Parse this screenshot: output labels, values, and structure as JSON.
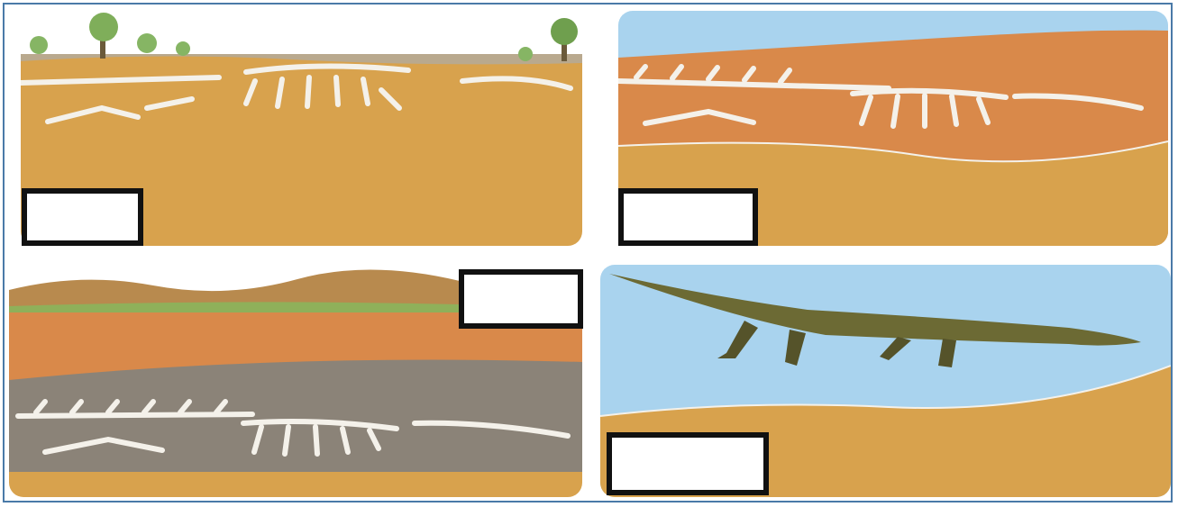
{
  "diagram": {
    "panels": [
      {
        "id": "exposed-fossil",
        "answer_label": ""
      },
      {
        "id": "sediment-covered-fossil",
        "answer_label": ""
      },
      {
        "id": "deeply-buried-fossil",
        "answer_label": ""
      },
      {
        "id": "living-crocodile",
        "answer_label": ""
      }
    ]
  },
  "colors": {
    "sky": "#a9d3ee",
    "sand": "#d8a24d",
    "orange_layer": "#d9894a",
    "grey_rock": "#8b8378",
    "bone": "#f4f1ea",
    "croc": "#6c6a34",
    "frame": "#4a7aa8"
  }
}
